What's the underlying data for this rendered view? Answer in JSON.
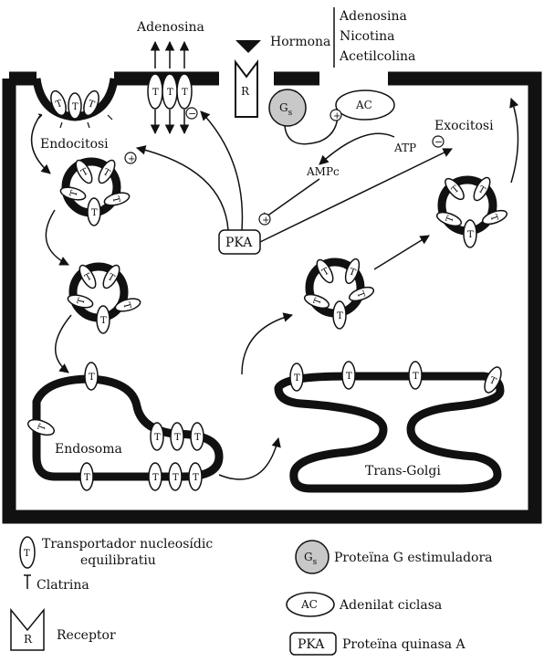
{
  "top": {
    "adenosina": "Adenosina",
    "hormona": "Hormona",
    "hormone_list": [
      "Adenosina",
      "Nicotina",
      "Acetilcolina"
    ]
  },
  "cell": {
    "endocitosi": "Endocitosi",
    "exocitosi": "Exocitosi",
    "endosoma": "Endosoma",
    "trans_golgi": "Trans-Golgi",
    "atp": "ATP",
    "ampc": "AMPc",
    "pka": "PKA",
    "ac": "AC",
    "gs": "G",
    "gs_sub": "s",
    "receptor_r": "R",
    "transporter_t": "T",
    "plus": "+",
    "minus": "−"
  },
  "legend": {
    "transporter": "Transportador nucleosídic",
    "transporter2": "equilibratiu",
    "clathrin": "Clatrina",
    "receptor": "Receptor",
    "gs_label": "Proteïna G estimuladora",
    "ac_label": "Adenilat ciclasa",
    "pka_label": "Proteïna quinasa A"
  },
  "colors": {
    "ink": "#111111",
    "gs_fill": "#c8c8c8",
    "background": "#ffffff"
  }
}
